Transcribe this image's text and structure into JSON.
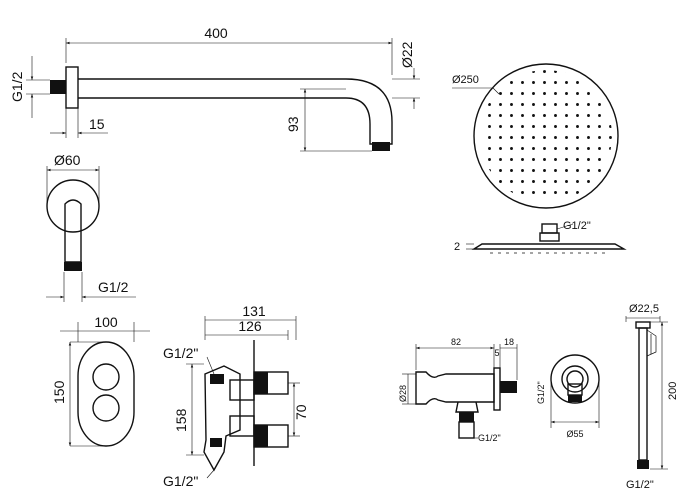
{
  "arm": {
    "length": "400",
    "diameter": "Ø22",
    "thread": "G1/2",
    "flange_depth": "15",
    "drop": "93"
  },
  "arm_front": {
    "rosette_diameter": "Ø60",
    "thread": "G1/2"
  },
  "head": {
    "diameter": "Ø250",
    "connection": "G1/2\"",
    "thickness": "2"
  },
  "mixer": {
    "plate_height": "150",
    "plate_width": "100",
    "depth_total": "131",
    "depth_body": "126",
    "height": "158",
    "spacing": "70",
    "inlet_top": "G1/2\"",
    "inlet_bottom": "G1/2\""
  },
  "outlet": {
    "length": "82",
    "flange_offset": "5",
    "flange": "18",
    "diameter": "Ø28",
    "thread_side": "G1/2\"",
    "thread_bottom": "G1/2\"",
    "rosette_diameter": "Ø55"
  },
  "shower_pipe": {
    "diameter": "Ø22,5",
    "height": "200",
    "thread": "G1/2\""
  }
}
